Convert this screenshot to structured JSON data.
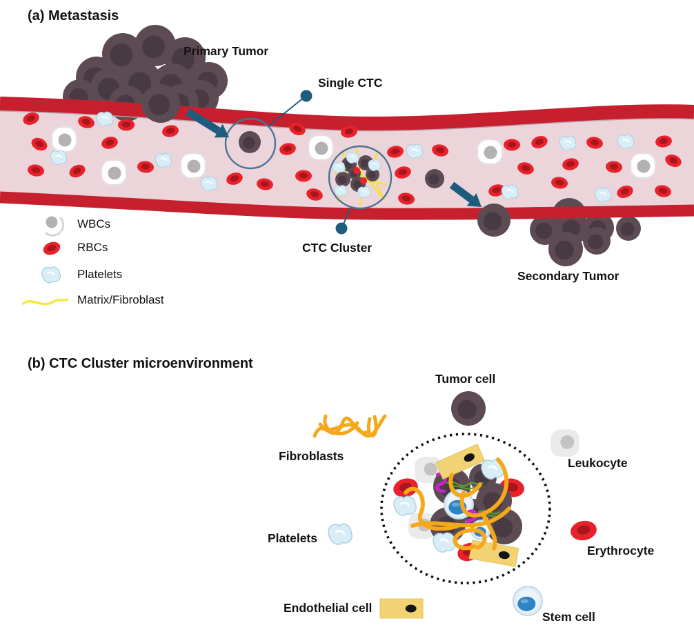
{
  "panel_a": {
    "title": "(a) Metastasis",
    "labels": {
      "primary_tumor": "Primary Tumor",
      "single_ctc": "Single CTC",
      "ctc_cluster": "CTC Cluster",
      "secondary_tumor": "Secondary Tumor"
    },
    "legend": [
      {
        "icon": "wbc-icon",
        "label": "WBCs"
      },
      {
        "icon": "rbc-icon",
        "label": "RBCs"
      },
      {
        "icon": "platelet-icon",
        "label": "Platelets"
      },
      {
        "icon": "matrix-fibroblast-icon",
        "label": "Matrix/Fibroblast"
      }
    ]
  },
  "panel_b": {
    "title": "(b) CTC Cluster microenvironment",
    "labels": {
      "tumor_cell": "Tumor cell",
      "fibroblasts": "Fibroblasts",
      "leukocyte": "Leukocyte",
      "platelets": "Platelets",
      "erythrocyte": "Erythrocyte",
      "endothelial_cell": "Endothelial cell",
      "stem_cell": "Stem cell"
    }
  },
  "colors": {
    "rbc_body": "#e8212b",
    "rbc_core": "#a8151c",
    "wbc_body": "#ffffff",
    "wbc_nucleus": "#b3b1b2",
    "wbc_edge": "#e6dfe2",
    "platelet": "#d8edf5",
    "platelet_edge": "#abd3e2",
    "tumor_body": "#5d4b54",
    "tumor_nucleus": "#473a43",
    "vessel_wall": "#c6202e",
    "vessel_lining": "#b3a6ab",
    "vessel_lumen": "#ecd4db",
    "arrow": "#1e5c7e",
    "callout": "#1e5c7e",
    "circle_stroke": "#4a7392",
    "matrix_yellow": "#f5e93e",
    "fiber_orange": "#f5a81c",
    "endothelial_fill": "#f2d374",
    "endothelial_nucleus": "#141414",
    "leukocyte_b": "#ebeaea",
    "leukocyte_b_nucleus": "#c4c2c3",
    "stem_outer": "#ecf4fa",
    "stem_rim": "#bcd8e8",
    "stem_core": "#2e83c4",
    "magenta_receptor": "#cc22cc",
    "green_receptor": "#55a02a",
    "text": "#111111"
  },
  "scene_a": {
    "rbcs": [
      [
        45,
        172,
        -20
      ],
      [
        125,
        177,
        15
      ],
      [
        183,
        181,
        0
      ],
      [
        247,
        190,
        -10
      ],
      [
        57,
        209,
        25
      ],
      [
        159,
        207,
        -15
      ],
      [
        52,
        247,
        10
      ],
      [
        112,
        248,
        -25
      ],
      [
        211,
        242,
        5
      ],
      [
        340,
        259,
        -18
      ],
      [
        384,
        267,
        8
      ],
      [
        431,
        187,
        20
      ],
      [
        417,
        216,
        -12
      ],
      [
        440,
        255,
        0
      ],
      [
        456,
        282,
        15
      ],
      [
        506,
        191,
        -10
      ],
      [
        573,
        220,
        -10
      ],
      [
        638,
        218,
        12
      ],
      [
        584,
        250,
        -15
      ],
      [
        589,
        288,
        10
      ],
      [
        742,
        210,
        0
      ],
      [
        782,
        206,
        -18
      ],
      [
        862,
        207,
        10
      ],
      [
        962,
        205,
        -8
      ],
      [
        762,
        244,
        15
      ],
      [
        827,
        238,
        -12
      ],
      [
        890,
        242,
        5
      ],
      [
        976,
        233,
        20
      ],
      [
        720,
        276,
        -15
      ],
      [
        811,
        265,
        8
      ],
      [
        906,
        278,
        -20
      ],
      [
        961,
        277,
        12
      ]
    ],
    "wbcs": [
      [
        93,
        202
      ],
      [
        165,
        250
      ],
      [
        280,
        240
      ],
      [
        465,
        214
      ],
      [
        710,
        220
      ],
      [
        932,
        240
      ]
    ],
    "platelets": [
      [
        152,
        173
      ],
      [
        85,
        229
      ],
      [
        237,
        233
      ],
      [
        303,
        267
      ],
      [
        601,
        220
      ],
      [
        823,
        208
      ],
      [
        907,
        206
      ],
      [
        739,
        279
      ],
      [
        874,
        283
      ]
    ],
    "primary_cells": [
      [
        140,
        112,
        30
      ],
      [
        178,
        78,
        30
      ],
      [
        225,
        66,
        30
      ],
      [
        268,
        84,
        30
      ],
      [
        303,
        117,
        27
      ],
      [
        116,
        140,
        25
      ],
      [
        160,
        127,
        29
      ],
      [
        205,
        119,
        30
      ],
      [
        250,
        122,
        30
      ],
      [
        291,
        142,
        26
      ],
      [
        184,
        150,
        26
      ],
      [
        262,
        148,
        26
      ]
    ],
    "primary_front_cell": [
      233,
      150,
      28
    ],
    "secondary_cells": [
      [
        825,
        312,
        25
      ],
      [
        790,
        333,
        22
      ],
      [
        830,
        330,
        24
      ],
      [
        868,
        330,
        22
      ],
      [
        820,
        361,
        25
      ],
      [
        865,
        349,
        20
      ],
      [
        911,
        331,
        18
      ]
    ],
    "crossing_cell": [
      716,
      319,
      24
    ],
    "traveling_cell": [
      630,
      259,
      14
    ],
    "single_ctc_circle": [
      363,
      208,
      36
    ],
    "single_ctc_cell": [
      362,
      206,
      16
    ],
    "cluster_circle": [
      522,
      257,
      45
    ],
    "cluster_cells": [
      [
        506,
        238,
        11
      ],
      [
        530,
        236,
        11
      ],
      [
        497,
        260,
        11
      ],
      [
        519,
        267,
        11
      ],
      [
        540,
        253,
        10
      ],
      [
        514,
        251,
        9
      ]
    ],
    "cluster_platelets": [
      [
        491,
        243
      ],
      [
        511,
        229
      ],
      [
        543,
        240
      ],
      [
        494,
        277
      ],
      [
        528,
        279
      ]
    ],
    "cluster_rbc_bits": [
      [
        517,
        247
      ],
      [
        527,
        262
      ]
    ],
    "arrows": [
      [
        272,
        162,
        332,
        199
      ],
      [
        655,
        268,
        698,
        300
      ]
    ],
    "callouts": [
      [
        390,
        182,
        441,
        141,
        444,
        139
      ],
      [
        508,
        301,
        497,
        327,
        495,
        331
      ]
    ],
    "legend_wbc": [
      75,
      322
    ],
    "legend_rbc": [
      75,
      360
    ],
    "legend_platelet": [
      74,
      399
    ]
  },
  "scene_b": {
    "dotted_circle": [
      675,
      737,
      122,
      108
    ],
    "tumor_icon": [
      679,
      592,
      25
    ],
    "leukocyte_icon": [
      819,
      642
    ],
    "erythrocyte_icon": [
      846,
      769
    ],
    "platelet_icon": [
      493,
      775
    ],
    "endothelial_icon": [
      582,
      882,
      62,
      28,
      0
    ],
    "stem_icon": [
      765,
      871,
      21
    ],
    "cluster_leukocytes": [
      [
        621,
        681
      ],
      [
        612,
        762
      ]
    ],
    "cluster_erythrocytes": [
      [
        588,
        707,
        -15
      ],
      [
        742,
        707,
        10
      ]
    ],
    "cluster_tumor_cells": [
      [
        655,
        705,
        27
      ],
      [
        700,
        692,
        20
      ],
      [
        716,
        726,
        26
      ],
      [
        731,
        763,
        26
      ],
      [
        649,
        761,
        26
      ],
      [
        686,
        741,
        18
      ]
    ],
    "cluster_stem_cells": [
      [
        665,
        731,
        21
      ],
      [
        697,
        768,
        14
      ]
    ],
    "cluster_platelets": [
      [
        714,
        681
      ],
      [
        587,
        734
      ],
      [
        644,
        787
      ]
    ],
    "cluster_endothelials": [
      [
        667,
        669,
        66,
        26,
        -24
      ],
      [
        716,
        802,
        68,
        27,
        10
      ]
    ],
    "cluster_rbc_bottom": [
      680,
      800,
      -20
    ]
  }
}
